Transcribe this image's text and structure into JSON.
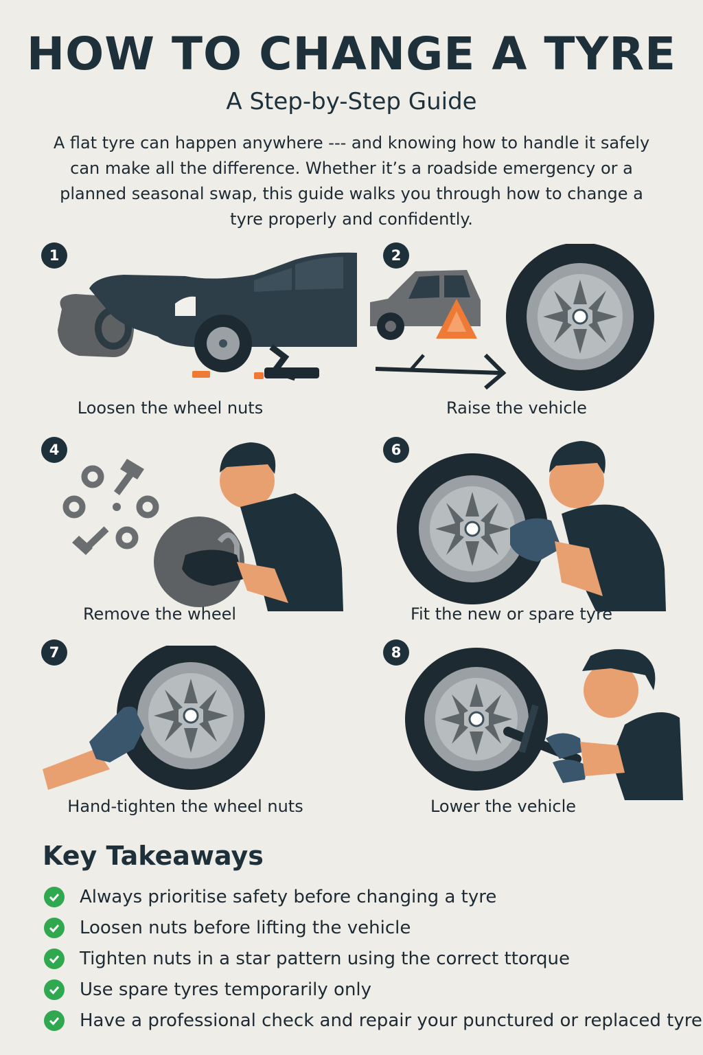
{
  "header": {
    "title": "HOW TO CHANGE A TYRE",
    "subtitle": "A Step-by-Step Guide",
    "intro": "A flat tyre can happen anywhere --- and knowing how to handle it safely can make all the difference. Whether it’s a roadside emergency or a planned seasonal swap, this guide walks you through how to change a tyre properly and confidently."
  },
  "steps": [
    {
      "number": "1",
      "label": "Loosen the wheel nuts"
    },
    {
      "number": "2",
      "label": "Raise the vehicle"
    },
    {
      "number": "4",
      "label": "Remove the wheel"
    },
    {
      "number": "6",
      "label": "Fit the new or spare tyre"
    },
    {
      "number": "7",
      "label": "Hand-tighten the wheel nuts"
    },
    {
      "number": "8",
      "label": "Lower the vehicle"
    }
  ],
  "takeaways": {
    "title": "Key Takeaways",
    "items": [
      "Always prioritise safety before changing a tyre",
      "Loosen nuts before lifting the vehicle",
      "Tighten nuts in a star pattern using the correct ttorque",
      "Use spare tyres temporarily only",
      "Have a professional check and repair your punctured or replaced tyre"
    ]
  },
  "colors": {
    "background": "#efede8",
    "navy": "#1e3039",
    "check_green": "#2fa84f",
    "warning_orange": "#ef7a35",
    "skin": "#e9a070",
    "glove": "#3a566c"
  },
  "icons": [
    "check-icon",
    "car-icon",
    "jack-icon",
    "warning-triangle-icon",
    "wheel-icon",
    "wheel-nut-icon",
    "mechanic-icon",
    "arrow-icon",
    "wrench-icon"
  ]
}
